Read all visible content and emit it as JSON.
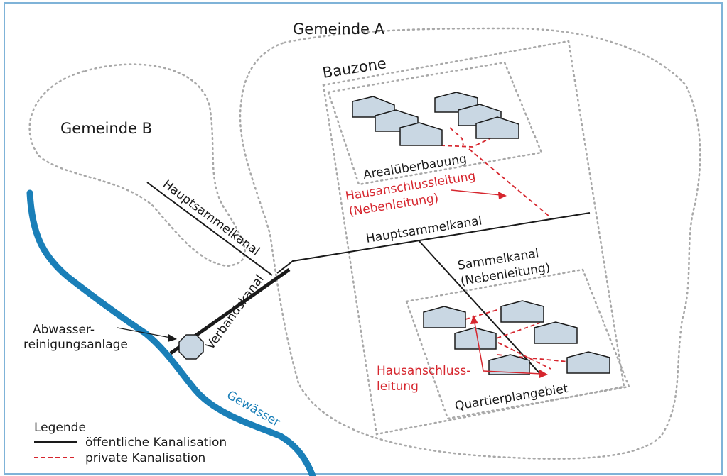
{
  "labels": {
    "gemeinde_a": "Gemeinde A",
    "gemeinde_b": "Gemeinde B",
    "bauzone": "Bauzone",
    "arealueberbauung": "Arealüberbauung",
    "hausanschluss_1a": "Hausanschlussleitung",
    "hausanschluss_1b": "(Nebenleitung)",
    "hauptsammelkanal_diag": "Hauptsammelkanal",
    "hauptsammelkanal_horiz": "Hauptsammelkanal",
    "sammelkanal_a": "Sammelkanal",
    "sammelkanal_b": "(Nebenleitung)",
    "verbandskanal": "Verbandskanal",
    "ara_a": "Abwasser-",
    "ara_b": "reinigungsanlage",
    "hausanschluss_2a": "Hausanschluss-",
    "hausanschluss_2b": "leitung",
    "quartierplangebiet": "Quartierplangebiet",
    "gewaesser": "Gewässer"
  },
  "legend": {
    "title": "Legende",
    "public": "öffentliche Kanalisation",
    "private": "private Kanalisation"
  },
  "colors": {
    "frame": "#7fb3d8",
    "river": "#1a7fb8",
    "private_line": "#d6262e",
    "house_fill": "#c9d7e3",
    "dotted": "#a8a8a8"
  }
}
